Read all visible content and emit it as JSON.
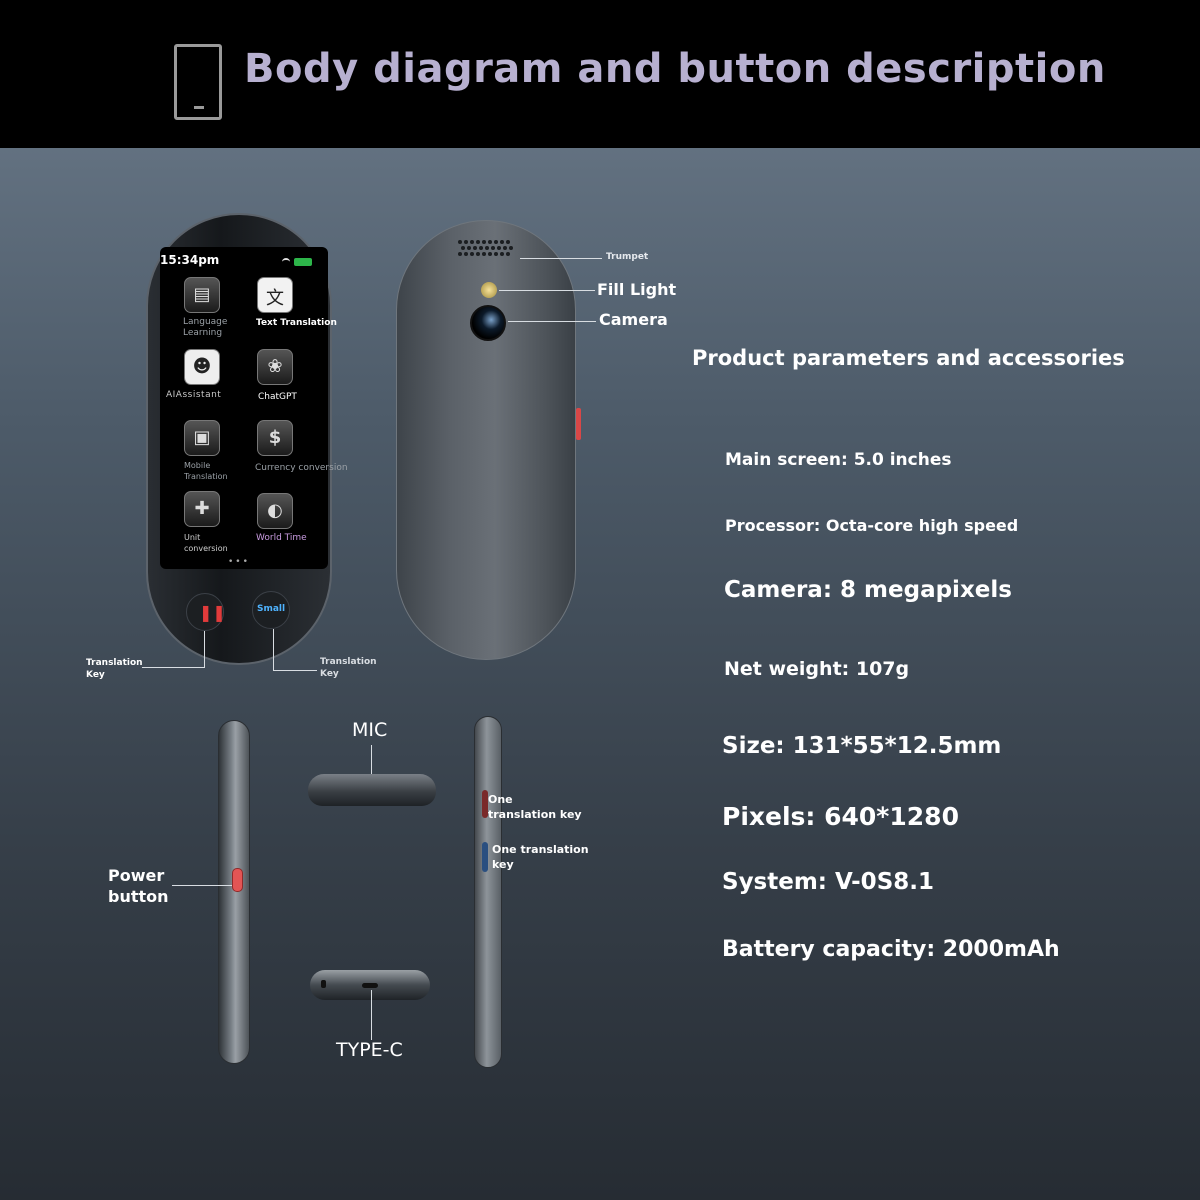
{
  "header": {
    "title": "Body diagram and button description",
    "icon": "phone-outline-icon"
  },
  "front_screen": {
    "time": "15:34pm",
    "apps": [
      {
        "label": "Language\nLearning",
        "icon": "book-icon"
      },
      {
        "label": "Text Translation",
        "icon": "translate-icon"
      },
      {
        "label": "AIAssistant",
        "icon": "robot-icon"
      },
      {
        "label": "ChatGPT",
        "icon": "chatgpt-icon"
      },
      {
        "label": "Mobile\nTranslation",
        "icon": "mobile-icon"
      },
      {
        "label": "Currency conversion",
        "icon": "dollar-icon"
      },
      {
        "label": "Unit\nconversion",
        "icon": "calculator-icon"
      },
      {
        "label": "World Time",
        "icon": "clock-icon"
      }
    ],
    "small_button_label": "Small"
  },
  "callouts": {
    "translation_key_left": "Translation\nKey",
    "translation_key_right": "Translation\nKey",
    "trumpet": "Trumpet",
    "fill_light": "Fill Light",
    "camera": "Camera",
    "mic": "MIC",
    "type_c": "TYPE-C",
    "power_button": "Power\nbutton",
    "one_translation_key_1": "One\ntranslation key",
    "one_translation_key_2": "One translation\nkey"
  },
  "specs": {
    "heading": "Product parameters and accessories",
    "main_screen": "Main screen: 5.0 inches",
    "processor": "Processor: Octa-core high speed",
    "camera": "Camera: 8 megapixels",
    "net_weight": "Net weight: 107g",
    "size": "Size: 131*55*12.5mm",
    "pixels": "Pixels: 640*1280",
    "system": "System: V-0S8.1",
    "battery": "Battery capacity: 2000mAh"
  },
  "colors": {
    "header_bg": "#000000",
    "title": "#b7b0d0",
    "power_button": "#e25555"
  }
}
